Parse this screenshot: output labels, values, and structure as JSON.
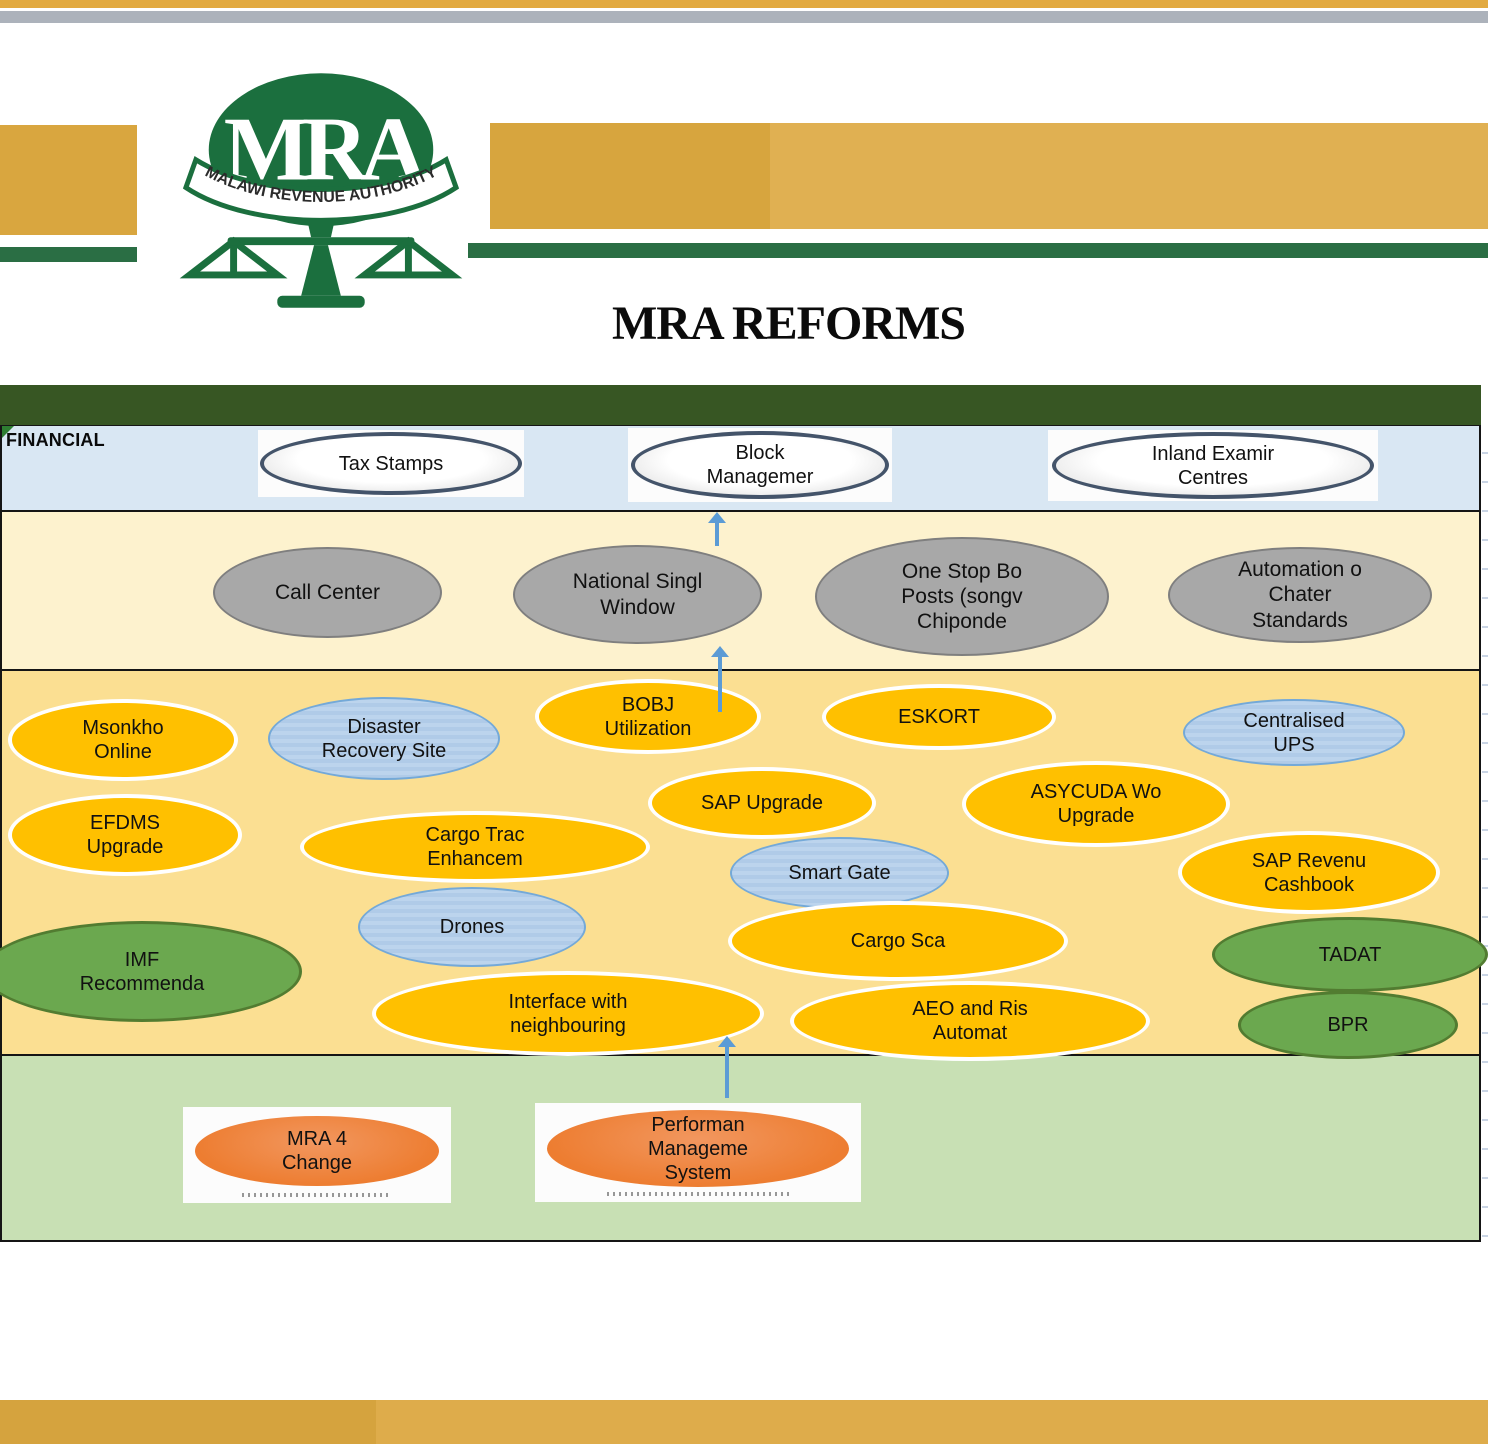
{
  "title": {
    "text": "MRA REFORMS"
  },
  "labels": {
    "financial": "FINANCIAL"
  },
  "logo": {
    "acronym": "MRA",
    "banner_text": "MALAWI REVENUE AUTHORITY"
  },
  "ellipses": {
    "tax_stamps": "Tax Stamps",
    "block_management": "Block\nManagemer",
    "inland_examination_centres": "Inland Examir\nCentres",
    "call_center": "Call Center",
    "national_single_window": "National Singl\nWindow",
    "one_stop_border_posts": "One Stop Bo\nPosts (songv\nChiponde",
    "automation_charter_standards": "Automation o\nChater\nStandards",
    "msonkho_online": "Msonkho\nOnline",
    "disaster_recovery_site": "Disaster\nRecovery Site",
    "bobj_utilization": "BOBJ\nUtilization",
    "eskort": "ESKORT",
    "centralised_ups": "Centralised\nUPS",
    "sap_upgrade": "SAP Upgrade",
    "asycuda_world_upgrade": "ASYCUDA Wo\nUpgrade",
    "efdms_upgrade": "EFDMS\nUpgrade",
    "cargo_tracking_enhancement": "Cargo Trac\nEnhancem",
    "smart_gate": "Smart Gate",
    "sap_revenue_cashbook": "SAP Revenu\nCashbook",
    "drones": "Drones",
    "cargo_scanner": "Cargo Sca",
    "imf_recommendations": "IMF\nRecommenda",
    "tadat": "TADAT",
    "interface_with_neighbouring": "Interface with\nneighbouring",
    "aeo_risk_automation": "AEO and Ris\nAutomat",
    "bpr": "BPR",
    "mra4_change": "MRA 4\nChange",
    "performance_management_system": "Performan\nManageme\nSystem"
  },
  "colors": {
    "gold_ellipse": "#FFC000",
    "blue_ellipse": "#B7D0EA",
    "green_ellipse": "#6BA84F",
    "gray_ellipse": "#A8A8A8",
    "orange_ellipse": "#ED7D31",
    "arrow": "#5B9BD5",
    "header_band": "#375623",
    "financial_band": "#D9E7F3",
    "services_band": "#FDF2CE",
    "projects_band": "#FBDF92",
    "foundation_band": "#C8E0B4",
    "logo_green": "#1B6F3E",
    "banner_gold": "#DFAF4E"
  }
}
